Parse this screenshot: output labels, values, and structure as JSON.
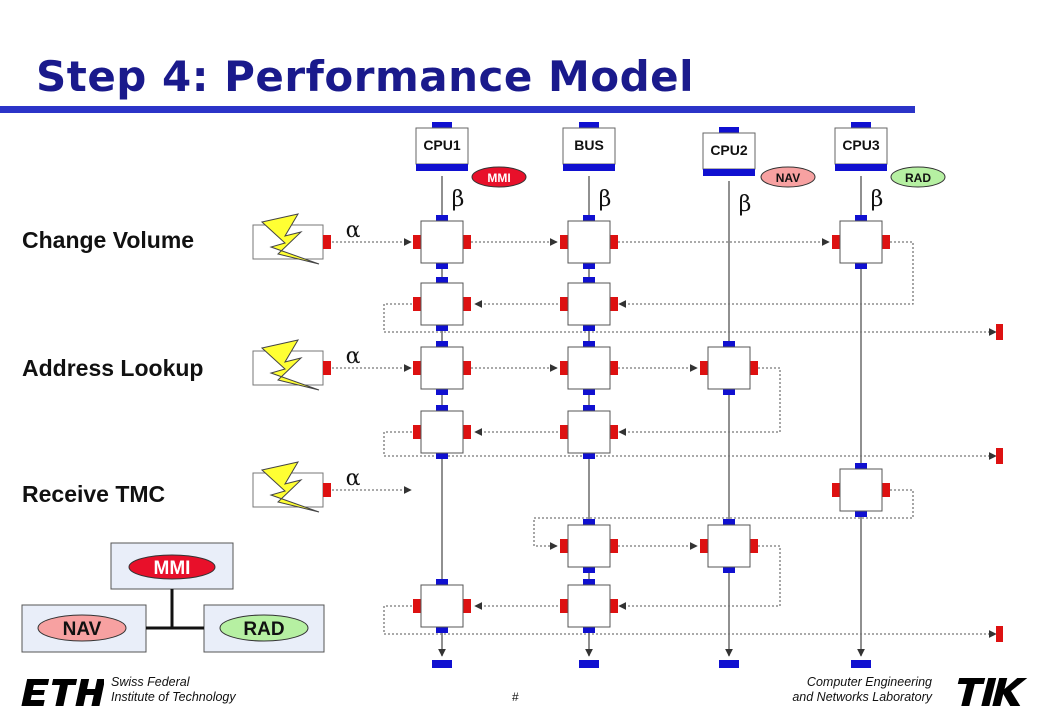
{
  "title": "Step 4: Performance Model",
  "scenarios": [
    "Change Volume",
    "Address Lookup",
    "Receive TMC"
  ],
  "resources": [
    "CPU1",
    "BUS",
    "CPU2",
    "CPU3"
  ],
  "tasks": [
    "MMI",
    "NAV",
    "RAD"
  ],
  "event_symbol": "α",
  "resource_symbol": "β",
  "legend": {
    "top": "MMI",
    "left": "NAV",
    "right": "RAD"
  },
  "footer": {
    "left_line1": "Swiss Federal",
    "left_line2": "Institute of Technology",
    "right_line1": "Computer Engineering",
    "right_line2": "and Networks Laboratory",
    "page": "#"
  },
  "colors": {
    "title": "#1a1a8c",
    "rule": "#2b34c8",
    "port_blue": "#1010d0",
    "port_red": "#dd1111",
    "mmi": "#e8102a",
    "nav": "#f7a1a1",
    "rad": "#b6f0a2",
    "lightning": "#ffff33"
  }
}
